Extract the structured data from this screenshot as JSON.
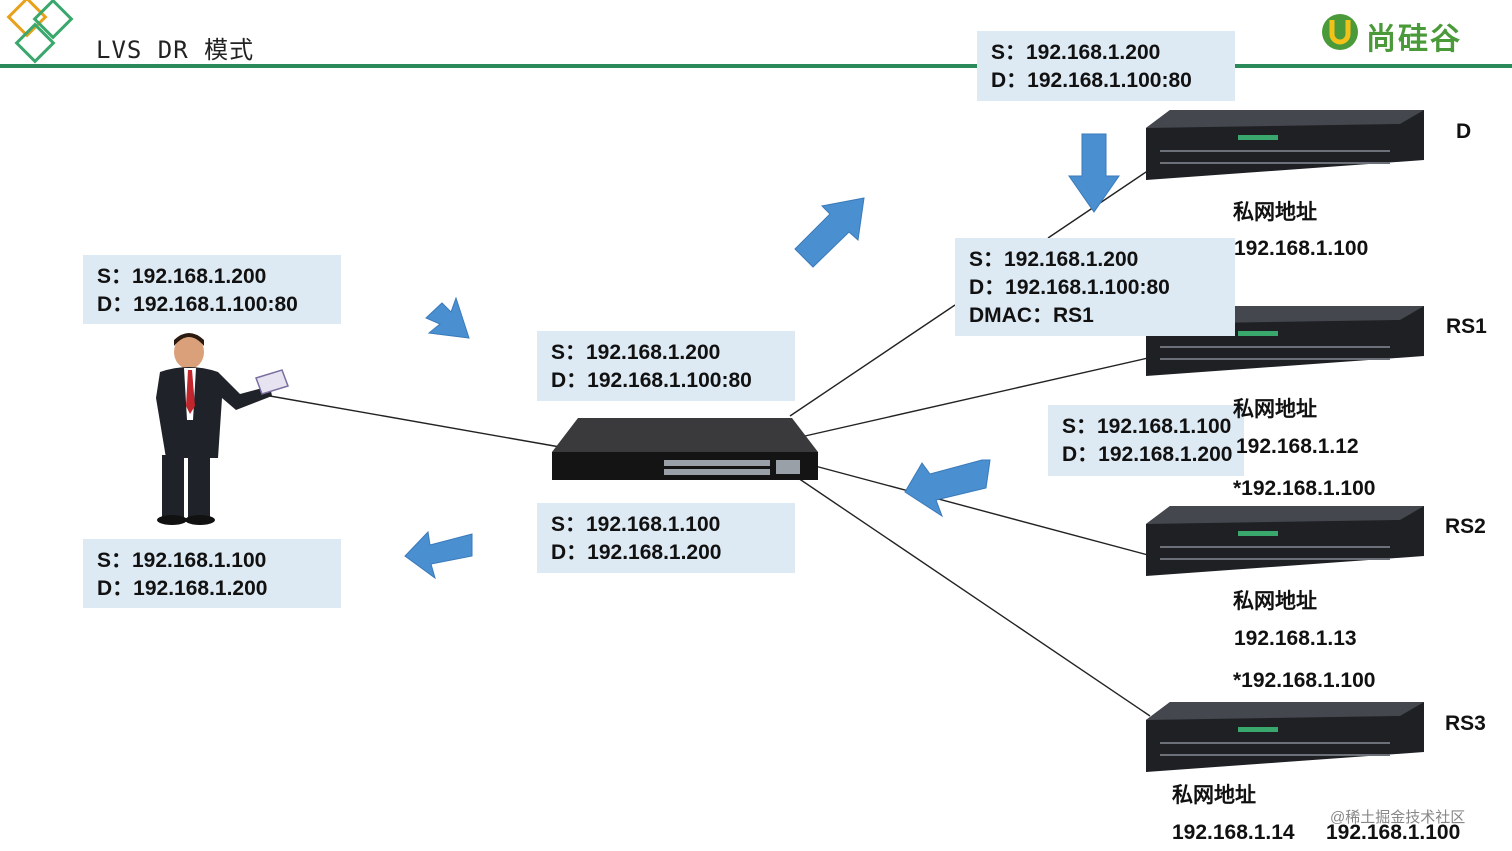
{
  "header": {
    "title": "LVS DR 模式",
    "brand": "尚硅谷"
  },
  "boxes": {
    "top_right": [
      "S：192.168.1.200",
      "D：192.168.1.100:80"
    ],
    "client_req": [
      "S：192.168.1.200",
      "D：192.168.1.100:80"
    ],
    "switch_req": [
      "S：192.168.1.200",
      "D：192.168.1.100:80"
    ],
    "director_fwd": [
      "S：192.168.1.200",
      "D：192.168.1.100:80",
      "DMAC：RS1"
    ],
    "rs_resp": [
      "S：192.168.1.100",
      "D：192.168.1.200"
    ],
    "switch_resp": [
      "S：192.168.1.100",
      "D：192.168.1.200"
    ],
    "client_resp": [
      "S：192.168.1.100",
      "D：192.168.1.200"
    ]
  },
  "servers": {
    "d": {
      "name": "D",
      "private_label": "私网地址",
      "ip": "192.168.1.100"
    },
    "rs1": {
      "name": "RS1",
      "private_label": "私网地址",
      "ip": "192.168.1.12",
      "vip": "*192.168.1.100"
    },
    "rs2": {
      "name": "RS2",
      "private_label": "私网地址",
      "ip": "192.168.1.13",
      "vip": "*192.168.1.100"
    },
    "rs3": {
      "name": "RS3",
      "private_label": "私网地址",
      "ip": "192.168.1.14",
      "vip": "192.168.1.100"
    }
  },
  "footer": {
    "watermark": "@稀土掘金技术社区"
  },
  "colors": {
    "accent_green": "#2a8a5a",
    "arrow_blue": "#4a8fcf",
    "box_bg": "#dde9f3"
  }
}
